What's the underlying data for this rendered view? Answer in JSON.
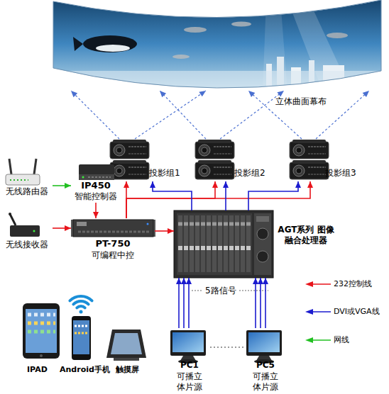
{
  "diagram": {
    "nodes": [
      {
        "text": [
          "立体曲面幕布"
        ]
      },
      {
        "text": [
          "投影组1"
        ]
      },
      {
        "text": [
          "投影组2"
        ]
      },
      {
        "text": [
          "投影组3"
        ]
      },
      {
        "text": [
          "无线路由器"
        ]
      },
      {
        "text": [
          "IP450",
          "智能控制器"
        ]
      },
      {
        "text": [
          "无线接收器"
        ]
      },
      {
        "text": [
          "PT-750",
          "可编程中控"
        ]
      },
      {
        "text": [
          "AGT系列 图像融合处理器"
        ]
      },
      {
        "text": [
          "PC1",
          "可播立体片源"
        ]
      },
      {
        "text": [
          "PC5",
          "可播立体片源"
        ]
      }
    ],
    "edges": [
      {
        "from": 4,
        "to": 5,
        "arrow": "to"
      },
      {
        "from": 6,
        "to": 7,
        "arrow": "to"
      },
      {
        "from": 5,
        "to": 7,
        "arrow": "to"
      },
      {
        "from": 7,
        "to": 1,
        "arrow": "to"
      },
      {
        "from": 7,
        "to": 2,
        "arrow": "to"
      },
      {
        "from": 7,
        "to": 3,
        "arrow": "to"
      },
      {
        "from": 7,
        "to": 8,
        "arrow": "to"
      },
      {
        "from": 8,
        "to": 1,
        "arrow": "to"
      },
      {
        "from": 8,
        "to": 2,
        "arrow": "to"
      },
      {
        "from": 8,
        "to": 3,
        "arrow": "to"
      },
      {
        "from": 9,
        "to": 8,
        "arrow": "to"
      },
      {
        "from": 10,
        "to": 8,
        "arrow": "to"
      },
      {
        "from": 9,
        "to": 10,
        "arrow": "none"
      },
      {
        "from": 1,
        "to": 0,
        "arrow": "to"
      },
      {
        "from": 2,
        "to": 0,
        "arrow": "to"
      },
      {
        "from": 3,
        "to": 0,
        "arrow": "to"
      }
    ],
    "labels": [
      "5路信号",
      "IPAD",
      "Android手机",
      "触摸屏"
    ],
    "legend": [
      {
        "text": "232控制线"
      },
      {
        "text": "DVI或VGA线"
      },
      {
        "text": "网线"
      }
    ]
  }
}
